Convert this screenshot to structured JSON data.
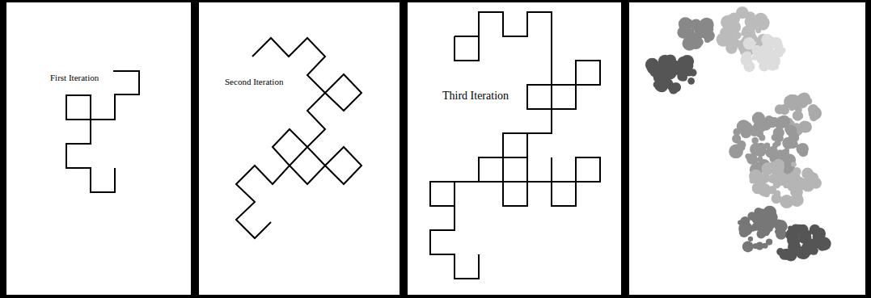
{
  "diagram": {
    "labels": [
      "First Iteration",
      "Second Iteration",
      "Third Iteration"
    ]
  }
}
